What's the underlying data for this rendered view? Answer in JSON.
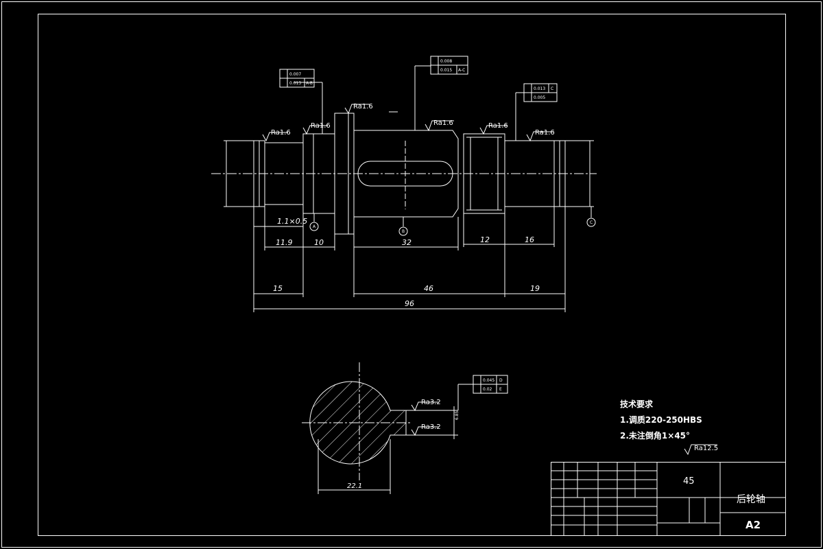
{
  "drawing": {
    "part_name": "后轮轴",
    "material": "45",
    "sheet_size": "A2"
  },
  "technical_requirements": {
    "title": "技术要求",
    "items": [
      "1.调质220-250HBS",
      "2.未注倒角1×45°"
    ],
    "default_roughness": "Ra12.5"
  },
  "dimensions": {
    "chamfer": "1.1×0.5",
    "d_11_9": "11.9",
    "d_10": "10",
    "d_32": "32",
    "d_12": "12",
    "d_16": "16",
    "d_15": "15",
    "d_46": "46",
    "d_19": "19",
    "d_96": "96",
    "section_width": "22.1",
    "section_key": "6.85"
  },
  "roughness": {
    "r1": "Ra1.6",
    "r2": "Ra1.6",
    "r3": "Ra1.6",
    "r4": "Ra1.6",
    "r5": "Ra1.6",
    "r6": "Ra1.6",
    "s1": "Ra3.2",
    "s2": "Ra3.2"
  },
  "datums": [
    "A",
    "B",
    "C"
  ],
  "tolerance_frames": {
    "f1_row1": "0.007",
    "f1_row2": "0.013",
    "f1_row2_ref": "A-B",
    "f2_row1": "0.008",
    "f2_row2": "0.015",
    "f2_row2_ref": "A-C",
    "f3_row1": "0.013",
    "f3_row1_ref": "C",
    "f3_row2": "0.005",
    "f4_row1": "0.045",
    "f4_row1_ref": "D",
    "f4_row2": "0.02",
    "f4_row2_ref": "E"
  },
  "colors": {
    "background": "#000000",
    "lines": "#ffffff"
  }
}
